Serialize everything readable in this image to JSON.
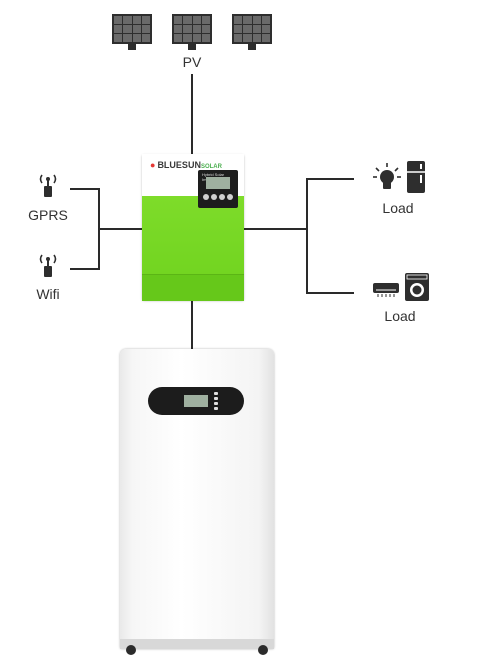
{
  "labels": {
    "pv": "PV",
    "gprs": "GPRS",
    "wifi": "Wifi",
    "load_top": "Load",
    "load_bottom": "Load"
  },
  "icons": {
    "solar_panels": [
      "solar-panel-icon",
      "solar-panel-icon",
      "solar-panel-icon"
    ],
    "gprs": "antenna-icon",
    "wifi": "antenna-icon",
    "load_top": [
      "light-bulb-icon",
      "refrigerator-icon"
    ],
    "load_bottom": [
      "air-conditioner-icon",
      "washing-machine-icon"
    ]
  },
  "inverter": {
    "brand": "BLUESUN",
    "brand_sub": "SOLAR",
    "screen_title": "Hybrid Solar Inverter"
  },
  "colors": {
    "inverter_green": "#72d520",
    "line": "#2a2a2a",
    "battery": "#f4f4f4"
  }
}
